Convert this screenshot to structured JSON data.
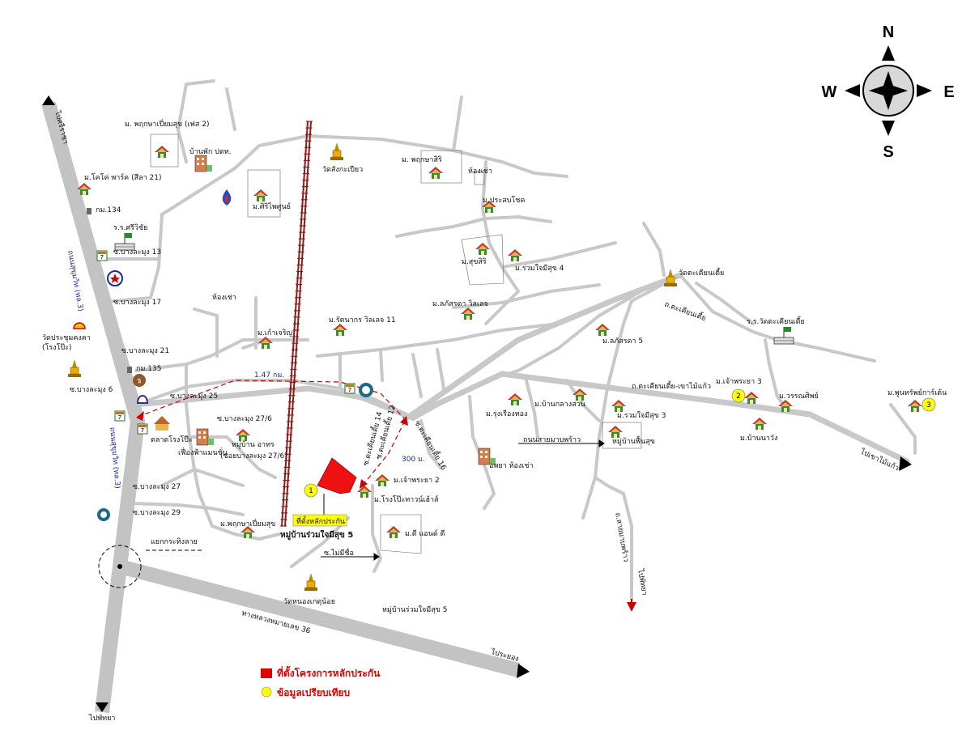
{
  "compass": {
    "n": "N",
    "s": "S",
    "e": "E",
    "w": "W"
  },
  "highways": {
    "hwy36": "ทางหลวงหมายเลข 36",
    "sukhumvit": "ถนนสุขุมวิท (ทล.3)",
    "sukhumvit2": "ถนนสุขุมวิท (ทล.3)",
    "to_sriracha": "ไปศรีราชา",
    "to_pattaya": "ไปพัทยา",
    "to_pattaya2": "ไปพัทยา",
    "to_rayong": "ไประยอง",
    "to_khaomaikaeo": "ไปเขาไม้แก้ว"
  },
  "roads": {
    "soi13": "ซ.บางละมุง 13",
    "soi17": "ซ.บางละมุง 17",
    "soi21": "ซ.บางละมุง 21",
    "soi6": "ซ.บางละมุง 6",
    "soi25": "ซ.บางละมุง 25",
    "soi27_6": "ซ.บางละมุง 27/6",
    "soi27": "ซ.บางละมุง 27",
    "soi29": "ซ.บางละมุง 29",
    "takhian14": "ซ.ตะเคียนเตี้ย 14",
    "takhian12": "ซ.ตะเคียนเตี้ย 12",
    "takhian16": "ซ.ตะเคียนเตี้ย 16",
    "takhian_rd": "ถ.ตะเคียนเตี้ย",
    "takhian_khao": "ถ.ตะเคียนเตี้ย-เขาไม้แก้ว",
    "sai_maprao": "ถนนสายมาบพร้าว",
    "maprao": "ถ.สายมาบพร้าว",
    "no_name": "ซ.ไม่มีชื่อ",
    "junction": "แยกกระทิงลาย",
    "dist1": "1.47 กม.",
    "dist2": "300 ม.",
    "km134": "กม.134",
    "km135": "กม.135"
  },
  "places": {
    "phruksa_phase2": "ม. พฤกษาเปี่ยมสุข (เฟส 2)",
    "ptt_house": "บ้านพัก ปตท.",
    "kosi_park": "ม.โคโค่ พาร์ค (สีลา 21)",
    "sriwichai": "ร.ร.ศรีวิชัย",
    "siriphaisun": "ม.ศิริไพศูนย์",
    "wat_sangkrapiao": "วัดสังกะเปียว",
    "phruksasiri": "ม. พฤกษาสิริ",
    "rooms1": "ห้องเช่า",
    "prasopchok": "ม.ประสบโชค",
    "suksiri": "ม.สุขสิริ",
    "ruamjai4": "ม.ร่วมใจมีสุข 4",
    "lakkasada_villa": "ม.ลภัสรดา วิลเลจ",
    "wat_takhian": "วัดตะเคียนเตี้ย",
    "lakkasada5": "ม.ลภัสรดา 5",
    "school_takhian": "ร.ร.วัดตะเคียนเตี้ย",
    "rattanakorn": "ม.รัตนากร วิลเลจ 11",
    "rooms2": "ห้องเช่า",
    "kaocharoen": "ม.เก้าเจริญ",
    "wat_prachum": "วัดประชุมคงคา\n(โรงโป๊ะ)",
    "rungruang": "ม.รุ่งเรืองทอง",
    "ban_klang": "ม.บ้านกลางสวน",
    "ruamjai3": "ม.รวมใจมีสุข 3",
    "chaophraya3": "ม.เจ้าพระยา 3",
    "wannasiri": "ม.วรรณศิพย์",
    "phunsap": "ม.พูนทรัพย์การ์เด้น",
    "ban_nawang": "ม.บ้านนาวัง",
    "ban_fuesuk": "หมู่บ้านฟื้นสุข",
    "apt": "อพยา ห้องเช่า",
    "talat": "ตลาดโรงโป๊ะ",
    "pueangfah": "เฟื่องฟ้าแมนชั่น",
    "ban_athon": "หมู่บ้าน อาทร",
    "soi_athon": "(ซอยบางละมุง 27/6)",
    "chaophraya2": "ม.เจ้าพระยา 2",
    "rongpo_town": "ม.โรงโป๊ะทาวน์เฮ้าส์",
    "phruksa": "ม.พฤกษาเปี่ยมสุข",
    "d_and_d": "ม.ดี แอนด์ ดี",
    "wat_nongket": "วัดหนองเกตุน้อย",
    "moo5": "หมู่บ้านร่วมใจมีสุข 5",
    "subject_label": "ที่ตั้งหลักประกัน",
    "subject_village": "หมู่บ้านร่วมใจมีสุข 5"
  },
  "markers": {
    "m1": "1",
    "m2": "2",
    "m3": "3"
  },
  "legend": {
    "subject": "ที่ตั้งโครงการหลักประกัน",
    "comparables": "ข้อมูลเปรียบเทียบ",
    "subject_color": "#e00000",
    "comparable_color": "#ffff00"
  },
  "colors": {
    "road": "#c8c8c8",
    "railway": "#8a1c1c",
    "highway": "#c3c3c3",
    "route": "#cc0000"
  }
}
